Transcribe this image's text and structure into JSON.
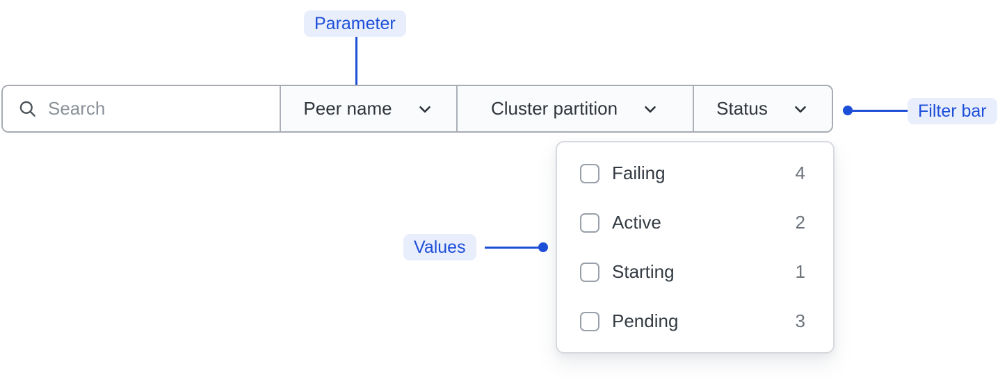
{
  "annotations": {
    "parameter_label": "Parameter",
    "filter_bar_label": "Filter bar",
    "values_label": "Values"
  },
  "filter_bar": {
    "search_placeholder": "Search",
    "parameters": [
      {
        "label": "Peer name"
      },
      {
        "label": "Cluster partition"
      },
      {
        "label": "Status"
      }
    ]
  },
  "status_dropdown": {
    "options": [
      {
        "label": "Failing",
        "count": 4,
        "checked": false
      },
      {
        "label": "Active",
        "count": 2,
        "checked": false
      },
      {
        "label": "Starting",
        "count": 1,
        "checked": false
      },
      {
        "label": "Pending",
        "count": 3,
        "checked": false
      }
    ]
  },
  "colors": {
    "accent_blue": "#1d4ed8",
    "annotation_pill_bg": "#e8eefc",
    "bar_border": "#a6abb3",
    "panel_border": "#d6d9dd",
    "label_text": "#2f353c",
    "count_text": "#6b727a"
  }
}
